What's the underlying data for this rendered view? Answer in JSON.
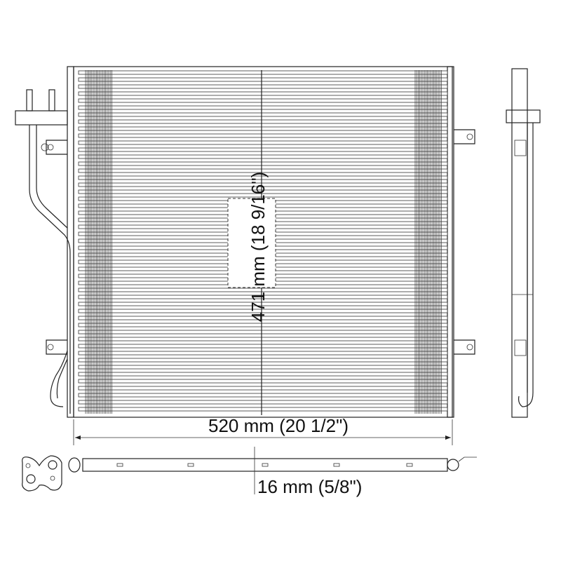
{
  "dimensions": {
    "height": "471 mm (18 9/16\")",
    "width": "520 mm (20 1/2\")",
    "thickness": "16 mm (5/8\")"
  },
  "colors": {
    "line": "#222222",
    "background": "#ffffff"
  }
}
